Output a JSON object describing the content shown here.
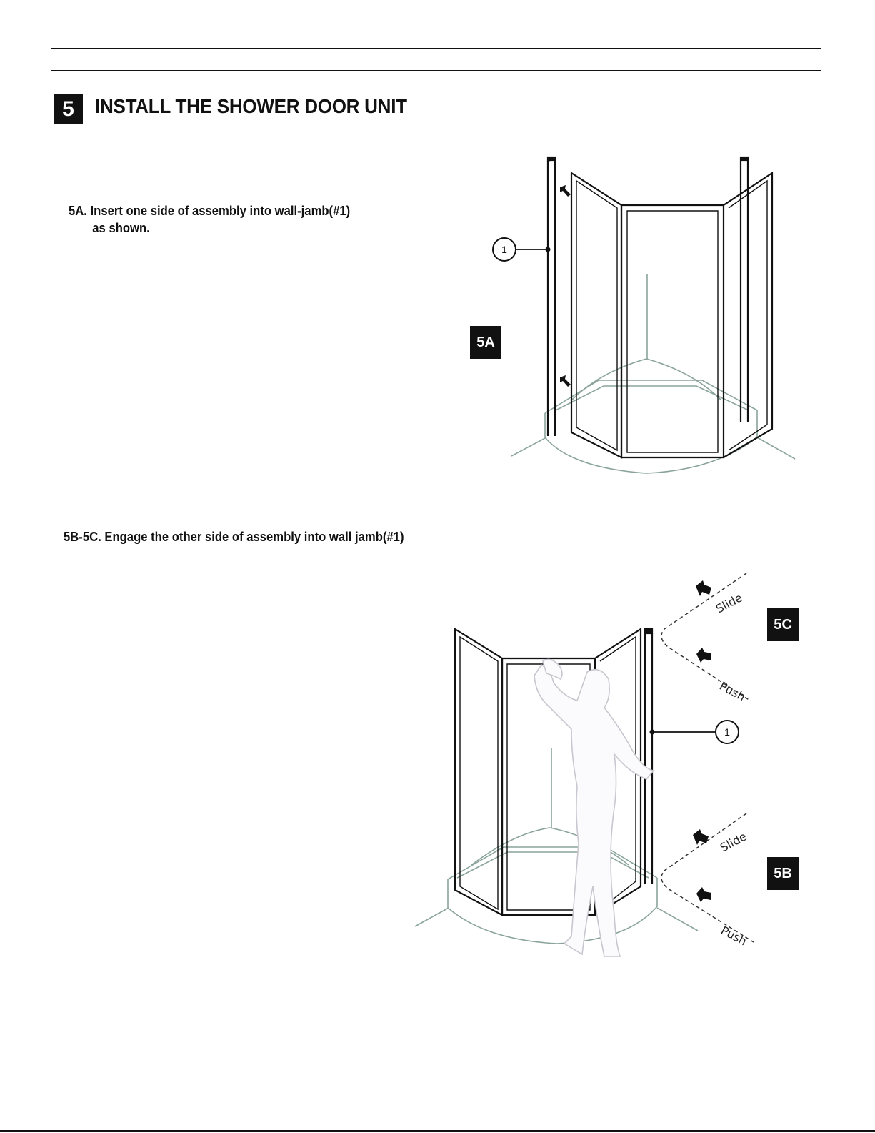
{
  "header": {
    "step_number": "5",
    "title": "INSTALL THE SHOWER DOOR UNIT"
  },
  "instructions": {
    "step_5a_line1": "5A. Insert one side of assembly into wall-jamb(#1)",
    "step_5a_line2": "as shown.",
    "step_5bc": "5B-5C. Engage the other side of assembly into wall jamb(#1)"
  },
  "figure_5a": {
    "label": "5A",
    "callout": "1"
  },
  "figure_5bc": {
    "label_top": "5C",
    "label_bottom": "5B",
    "callout": "1",
    "slide_top": "Slide",
    "push_top": "Push",
    "slide_bottom": "Slide",
    "push_bottom": "Push"
  }
}
